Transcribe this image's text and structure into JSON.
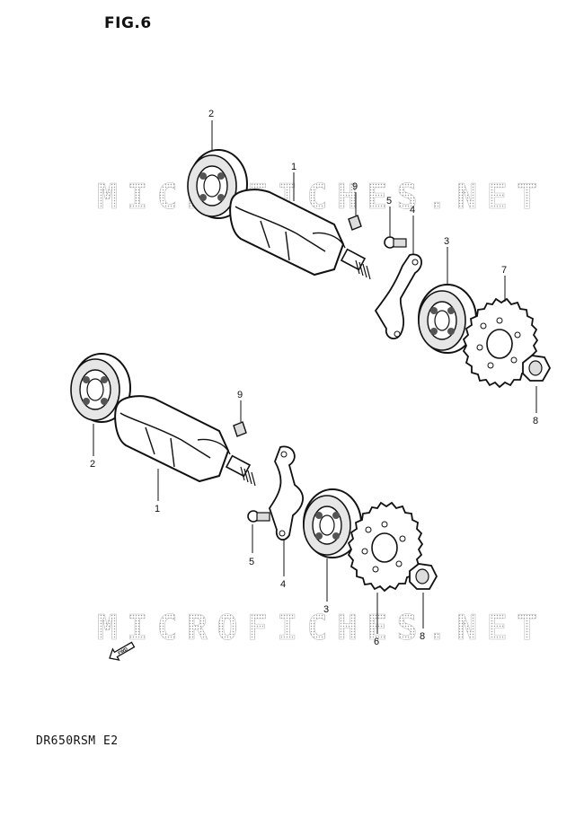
{
  "figure_title": "FIG.6",
  "model_code": "DR650RSM E2",
  "watermark": "MICROFICHES.NET",
  "fwd_label": "FWD",
  "upper_assembly": {
    "labels": [
      "1",
      "2",
      "9",
      "5",
      "4",
      "3",
      "7",
      "8"
    ]
  },
  "lower_assembly": {
    "labels": [
      "9",
      "2",
      "1",
      "5",
      "4",
      "3",
      "6",
      "8"
    ]
  }
}
